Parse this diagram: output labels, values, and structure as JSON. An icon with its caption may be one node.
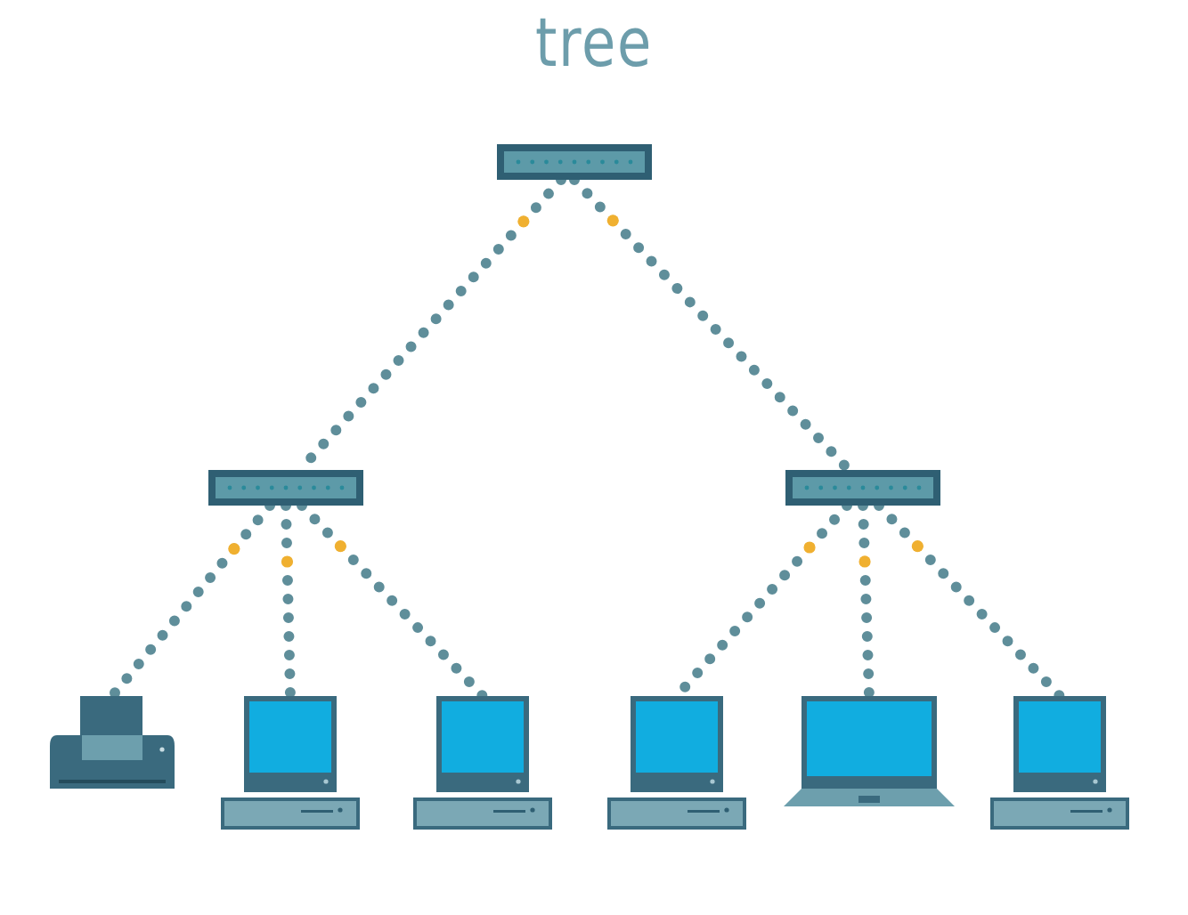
{
  "diagram": {
    "title": "tree",
    "nodes": [
      {
        "text": [],
        "shape": "picture"
      },
      {
        "text": [],
        "shape": "picture"
      },
      {
        "text": [],
        "shape": "picture"
      },
      {
        "text": [],
        "shape": "picture"
      },
      {
        "text": [],
        "shape": "picture"
      },
      {
        "text": [],
        "shape": "picture"
      },
      {
        "text": [],
        "shape": "picture"
      },
      {
        "text": [],
        "shape": "picture"
      },
      {
        "text": [],
        "shape": "picture"
      }
    ],
    "edges": [
      {
        "from": 0,
        "to": 1,
        "arrow": "none"
      },
      {
        "from": 0,
        "to": 2,
        "arrow": "none"
      },
      {
        "from": 1,
        "to": 3,
        "arrow": "none"
      },
      {
        "from": 1,
        "to": 4,
        "arrow": "none"
      },
      {
        "from": 1,
        "to": 5,
        "arrow": "none"
      },
      {
        "from": 2,
        "to": 6,
        "arrow": "none"
      },
      {
        "from": 2,
        "to": 7,
        "arrow": "none"
      },
      {
        "from": 2,
        "to": 8,
        "arrow": "none"
      }
    ]
  }
}
